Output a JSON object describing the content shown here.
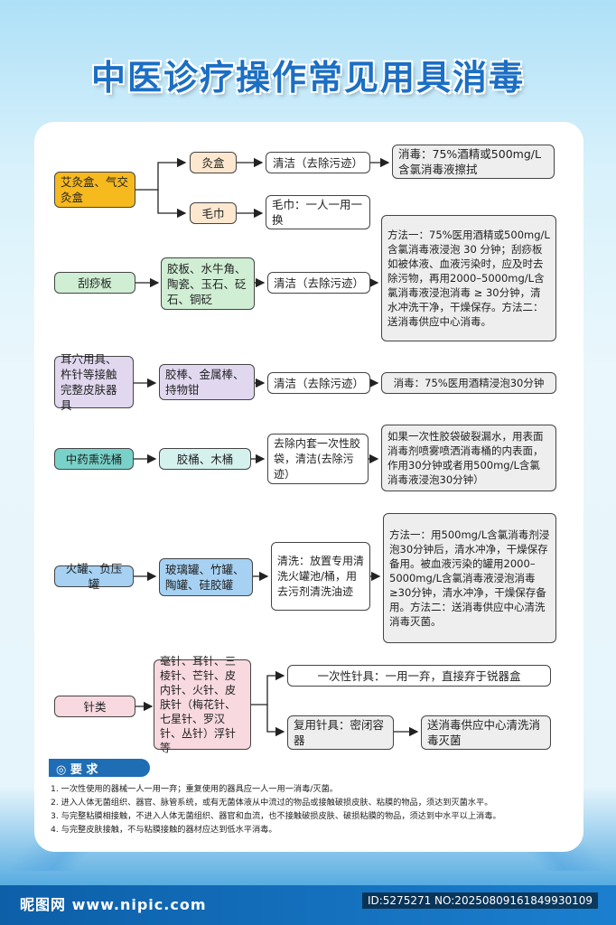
{
  "title": "中医诊疗操作常见用具消毒",
  "nodes": {
    "aijiuhe": "艾灸盒、气交灸盒",
    "jiuhe": "灸盒",
    "qingjie1": "清洁（去除污迹）",
    "xiaodu1": "消毒：75%酒精或500mg/L含氯消毒液擦拭",
    "maojin": "毛巾",
    "maojin_desc": "毛巾：一人一用一换",
    "guashaban": "刮痧板",
    "guasha_items": "胶板、水牛角、陶瓷、玉石、砭石、铜砭",
    "qingjie2": "清洁（去除污迹）",
    "guasha_method": "方法一：75%医用酒精或500mg/L含氯消毒液浸泡 30 分钟；刮痧板如被体液、血液污染时，应及时去除污物，再用2000–5000mg/L含氯消毒液浸泡消毒 ≥ 30分钟，清水冲洗干净，干燥保存。方法二：送消毒供应中心消毒。",
    "erxue": "耳穴用具、杵针等接触完整皮肤器具",
    "erxue_items": "胶棒、金属棒、持物钳",
    "qingjie3": "清洁（去除污迹）",
    "xiaodu3": "消毒：75%医用酒精浸泡30分钟",
    "xunxi": "中药熏洗桶",
    "xunxi_items": "胶桶、木桶",
    "xunxi_clean": "去除内套一次性胶袋，清洁(去除污迹）",
    "xunxi_method": "如果一次性胶袋破裂漏水，用表面消毒剂喷雾喷洒消毒桶的内表面，作用30分钟或者用500mg/L含氯消毒液浸泡30分钟）",
    "huoguan": "火罐、负压罐",
    "huoguan_items": "玻璃罐、竹罐、陶罐、硅胶罐",
    "huoguan_clean": "清洗：放置专用清洗火罐池/桶，用去污剂清洗油迹",
    "huoguan_method": "方法一：用500mg/L含氯消毒剂浸泡30分钟后，清水冲净，干燥保存备用。被血液污染的罐用2000–5000mg/L含氯消毒液浸泡消毒≥30分钟，清水冲净，干燥保存备用。方法二：送消毒供应中心清洗消毒灭菌。",
    "zhenlei": "针类",
    "zhenlei_items": "毫针、耳针、三棱针、芒针、皮内针、火针、皮肤针（梅花针、七星针、罗汉针、丛针）浮针等",
    "yicixing": "一次性针具：一用一弃，直接弃于锐器盒",
    "fuyong": "复用针具：密闭容器",
    "fuyong_dest": "送消毒供应中心清洗消毒灭菌"
  },
  "requirements": {
    "heading": "◎ 要 求",
    "items": [
      "1. 一次性使用的器械一人一用一弃；重复使用的器具应一人一用一消毒/灭菌。",
      "2. 进入人体无菌组织、器官、脉管系统，或有无菌体液从中流过的物品或接触破损皮肤、粘膜的物品，须达到灭菌水平。",
      "3. 与完整粘膜相接触，不进入人体无菌组织、器官和血流，也不接触破损皮肤、破损粘膜的物品，须达到中水平以上消毒。",
      "4. 与完整皮肤接触，不与粘膜接触的器材应达到低水平消毒。"
    ]
  },
  "footer": {
    "watermark": "昵图网 www.nipic.com",
    "id": "ID:5275271 NO:20250809161849930109"
  },
  "colors": {
    "title": "#1b6fc4",
    "gold": "#f6b91e",
    "green": "#cfeed3",
    "purple": "#e1d8f0",
    "teal": "#79d2c9",
    "blue": "#a6d1f2",
    "pink": "#f7d9df"
  }
}
